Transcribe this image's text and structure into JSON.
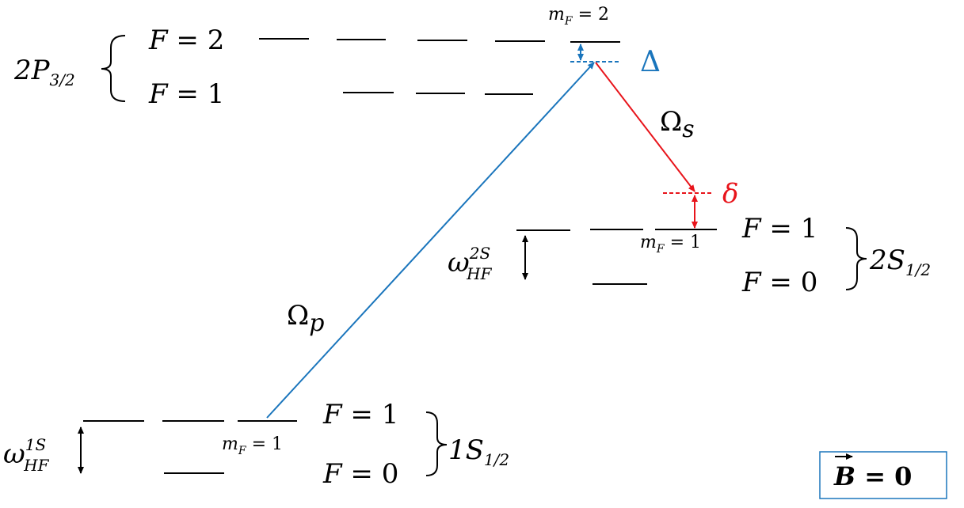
{
  "colors": {
    "pump": "#1A75BC",
    "stokes": "#E8141B",
    "levels": "#000000",
    "box_border": "#1A75BC"
  },
  "upper": {
    "term": {
      "main": "2P",
      "sub": "3/2"
    },
    "f2": {
      "F": "F",
      "eq": " = 2"
    },
    "f1": {
      "F": "F",
      "eq": " = 1"
    },
    "mf_label": {
      "m": "m",
      "sub": "F",
      "eq": " = 2"
    },
    "detuning": "Δ"
  },
  "middle": {
    "term": {
      "main": "2S",
      "sub": "1/2"
    },
    "f1": {
      "F": "F",
      "eq": " = 1"
    },
    "f0": {
      "F": "F",
      "eq": " = 0"
    },
    "mf_label": {
      "m": "m",
      "sub": "F",
      "eq": " = 1"
    },
    "hf": {
      "w": "ω",
      "sup": "2S",
      "sub": "HF"
    },
    "detuning": "δ"
  },
  "lower": {
    "term": {
      "main": "1S",
      "sub": "1/2"
    },
    "f1": {
      "F": "F",
      "eq": " = 1"
    },
    "f0": {
      "F": "F",
      "eq": " = 0"
    },
    "mf_label": {
      "m": "m",
      "sub": "F",
      "eq": " = 1"
    },
    "hf": {
      "w": "ω",
      "sup": "1S",
      "sub": "HF"
    }
  },
  "transitions": {
    "pump": {
      "main": "Ω",
      "sub": "p"
    },
    "stokes": {
      "main": "Ω",
      "sub": "s"
    }
  },
  "field_box": {
    "label": "B",
    "eq": " = 0"
  }
}
